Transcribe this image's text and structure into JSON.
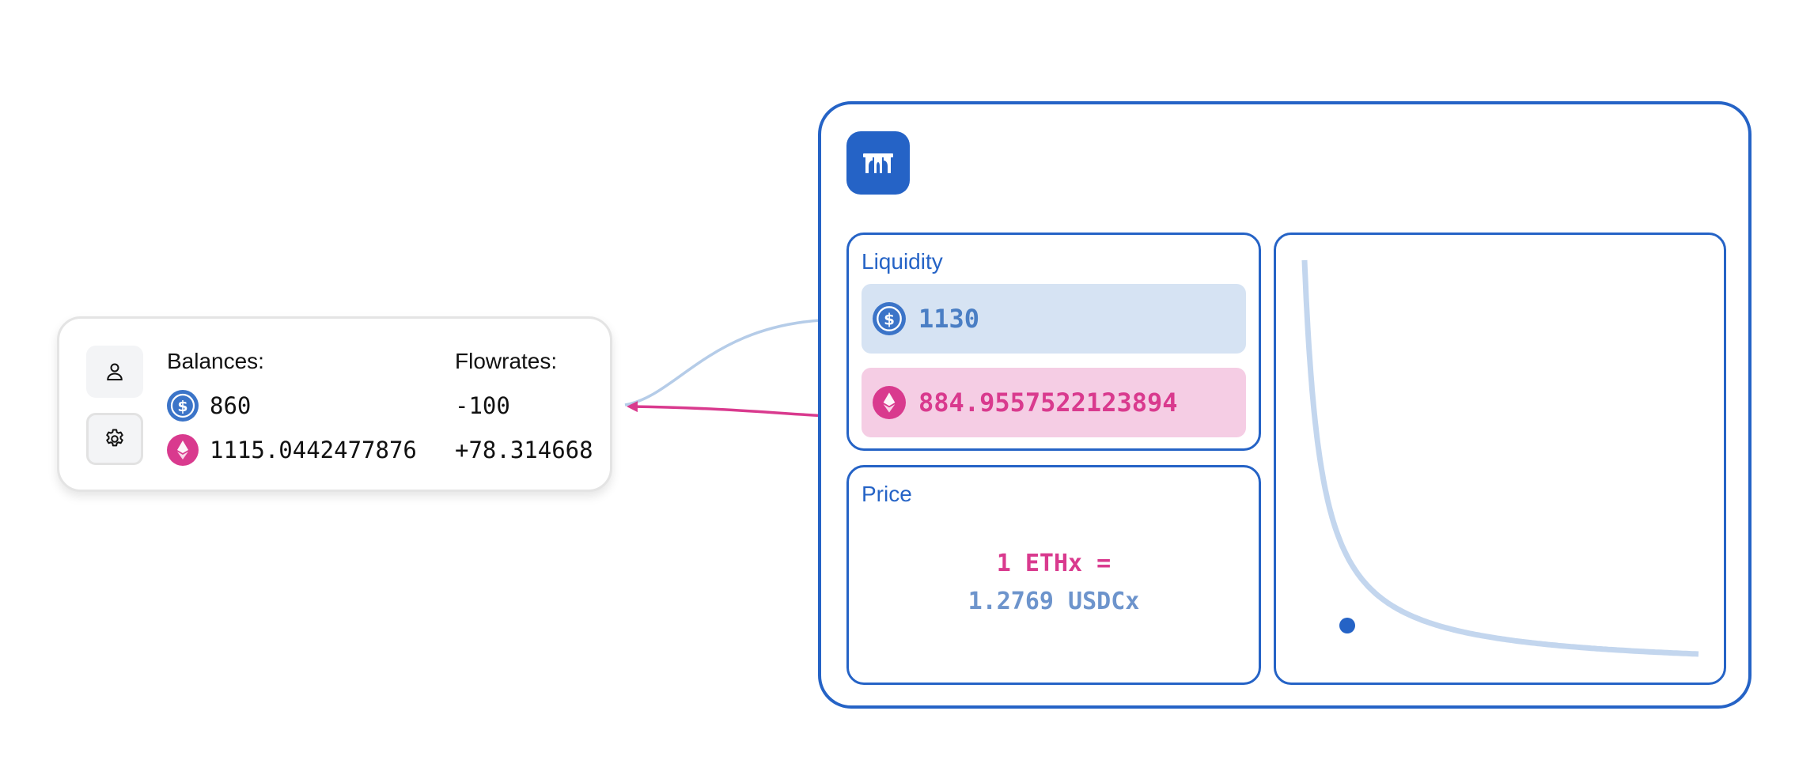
{
  "wallet": {
    "balances_label": "Balances:",
    "flowrates_label": "Flowrates:",
    "rows": [
      {
        "token_icon": "usdc-icon",
        "balance": "860",
        "flowrate": "-100"
      },
      {
        "token_icon": "eth-icon",
        "balance": "1115.0442477876",
        "flowrate": "+78.314668"
      }
    ],
    "buttons": {
      "user": "user-icon",
      "settings": "gear-icon"
    }
  },
  "pool": {
    "logo": "app-logo-icon",
    "liquidity": {
      "title": "Liquidity",
      "usdc": "1130",
      "eth": "884.9557522123894"
    },
    "price": {
      "title": "Price",
      "line1": "1 ETHx =",
      "line2": "1.2769 USDCx"
    },
    "curve": {
      "current_usdc": 1130,
      "current_eth": 884.9557522123894
    }
  },
  "colors": {
    "accent_blue": "#2563c6",
    "usdc_blue": "#4a7ec4",
    "eth_pink": "#d93a8e",
    "curve_light": "#c3d6ee"
  }
}
